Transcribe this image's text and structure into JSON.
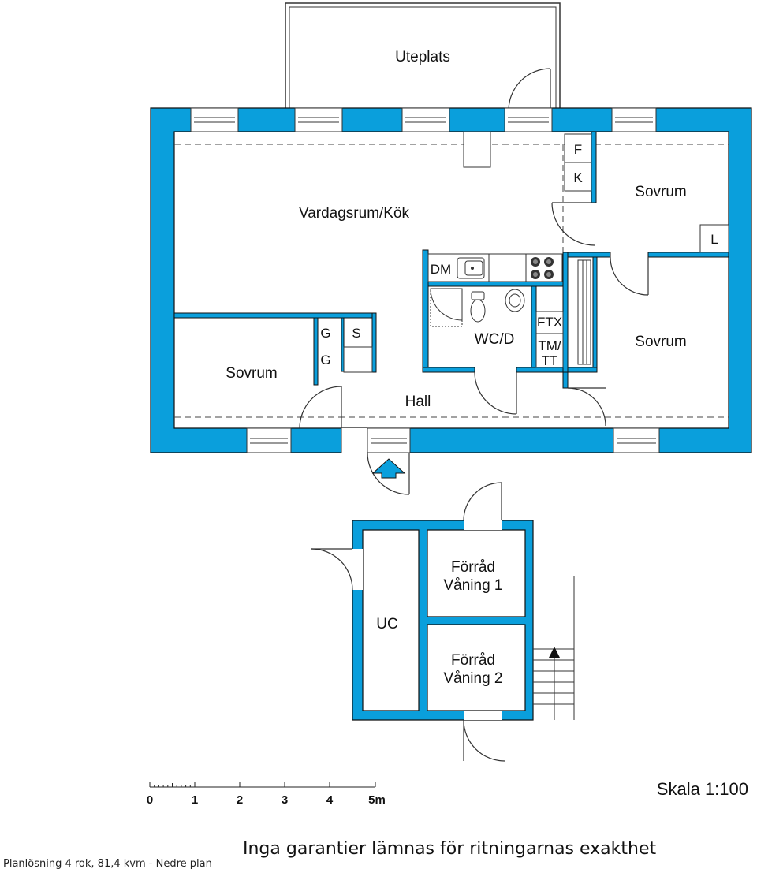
{
  "colors": {
    "wall": "#0a9fdc",
    "wall_stroke": "#111111",
    "line": "#444444"
  },
  "rooms": {
    "terrace": "Uteplats",
    "living_kitchen": "Vardagsrum/Kök",
    "bedroom_ne": "Sovrum",
    "bedroom_e": "Sovrum",
    "bedroom_w": "Sovrum",
    "hall": "Hall",
    "bathroom": "WC/D",
    "storage1_line1": "Förråd",
    "storage1_line2": "Våning 1",
    "storage2_line1": "Förråd",
    "storage2_line2": "Våning 2",
    "uc": "UC"
  },
  "fixtures": {
    "f": "F",
    "k": "K",
    "l": "L",
    "dm": "DM",
    "ftx": "FTX",
    "tm": "TM/",
    "tt": "TT",
    "g1": "G",
    "g2": "G",
    "s": "S"
  },
  "icons": {
    "entrance": "entrance-arrow-icon",
    "stairs": "stair-arrow-icon"
  },
  "scale": {
    "ticks": [
      "0",
      "1",
      "2",
      "3",
      "4",
      "5m"
    ],
    "title": "Skala 1:100"
  },
  "caption": "Planlösning 4 rok, 81,4 kvm - Nedre plan",
  "disclaimer": "Inga garantier lämnas för ritningarnas exakthet"
}
